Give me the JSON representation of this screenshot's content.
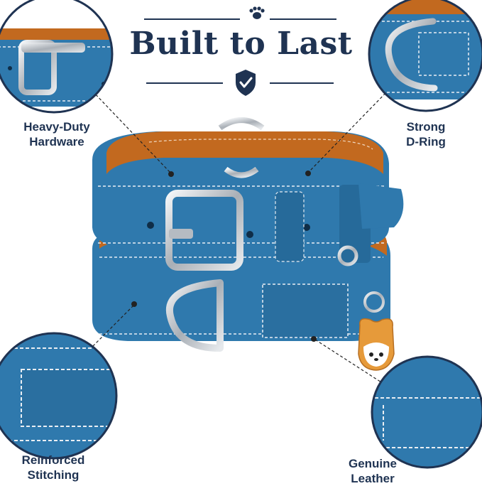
{
  "header": {
    "title": "Built to Last",
    "paw_icon": "paw-icon",
    "shield_icon": "shield-check-icon"
  },
  "features": {
    "hardware": {
      "label_line1": "Heavy-Duty",
      "label_line2": "Hardware"
    },
    "d_ring": {
      "label_line1": "Strong",
      "label_line2": "D-Ring"
    },
    "stitching": {
      "label_line1": "Reinforced",
      "label_line2": "Stitching"
    },
    "leather": {
      "label_line1": "Genuine",
      "label_line2": "Leather"
    }
  },
  "colors": {
    "navy": "#1f3352",
    "collar_blue": "#2f79ad",
    "collar_blue_dark": "#1f5b86",
    "lining_tan": "#c2691f",
    "metal": "#c9cdd2",
    "circle_border": "#1f3352"
  }
}
